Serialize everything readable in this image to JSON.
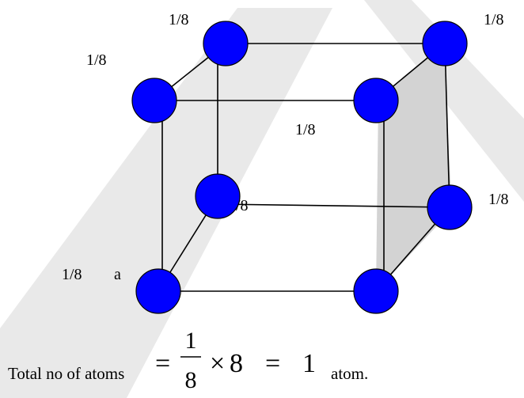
{
  "diagram": {
    "corner_labels": {
      "back_top_left": "1/8",
      "back_top_right": "1/8",
      "front_top_left": "1/8",
      "front_top_right": "1/8",
      "back_bottom_left_partial": "/8",
      "back_bottom_right": "1/8",
      "front_bottom_left": "1/8"
    },
    "edge_label": "a",
    "atom_color": "#0000ff",
    "shaded_face_color": "#d3d3d3",
    "watermark_color": "#e8e8e8"
  },
  "formula": {
    "prefix": "Total no of atoms",
    "equals1": "=",
    "numerator": "1",
    "denominator": "8",
    "times": "×",
    "multiplier": "8",
    "equals2": "=",
    "result": "1",
    "suffix": "atom."
  }
}
